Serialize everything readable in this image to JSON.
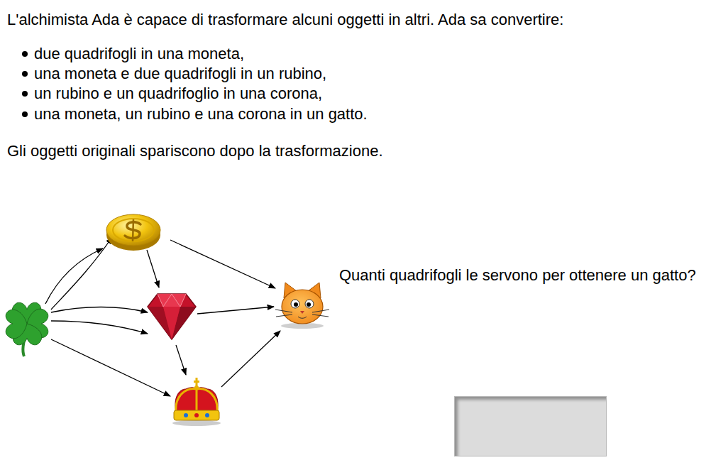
{
  "diagram": {
    "labels": [
      "L'alchimista Ada è capace di trasformare alcuni oggetti in altri. Ada sa convertire:",
      "due quadrifogli in una moneta,",
      "una moneta e due quadrifogli in un rubino,",
      "un rubino e un quadrifoglio in una corona,",
      "una moneta, un rubino e una corona in un gatto.",
      "Gli oggetti originali spariscono dopo la trasformazione.",
      "Quanti quadrifogli le servono per ottenere un gatto?"
    ]
  }
}
